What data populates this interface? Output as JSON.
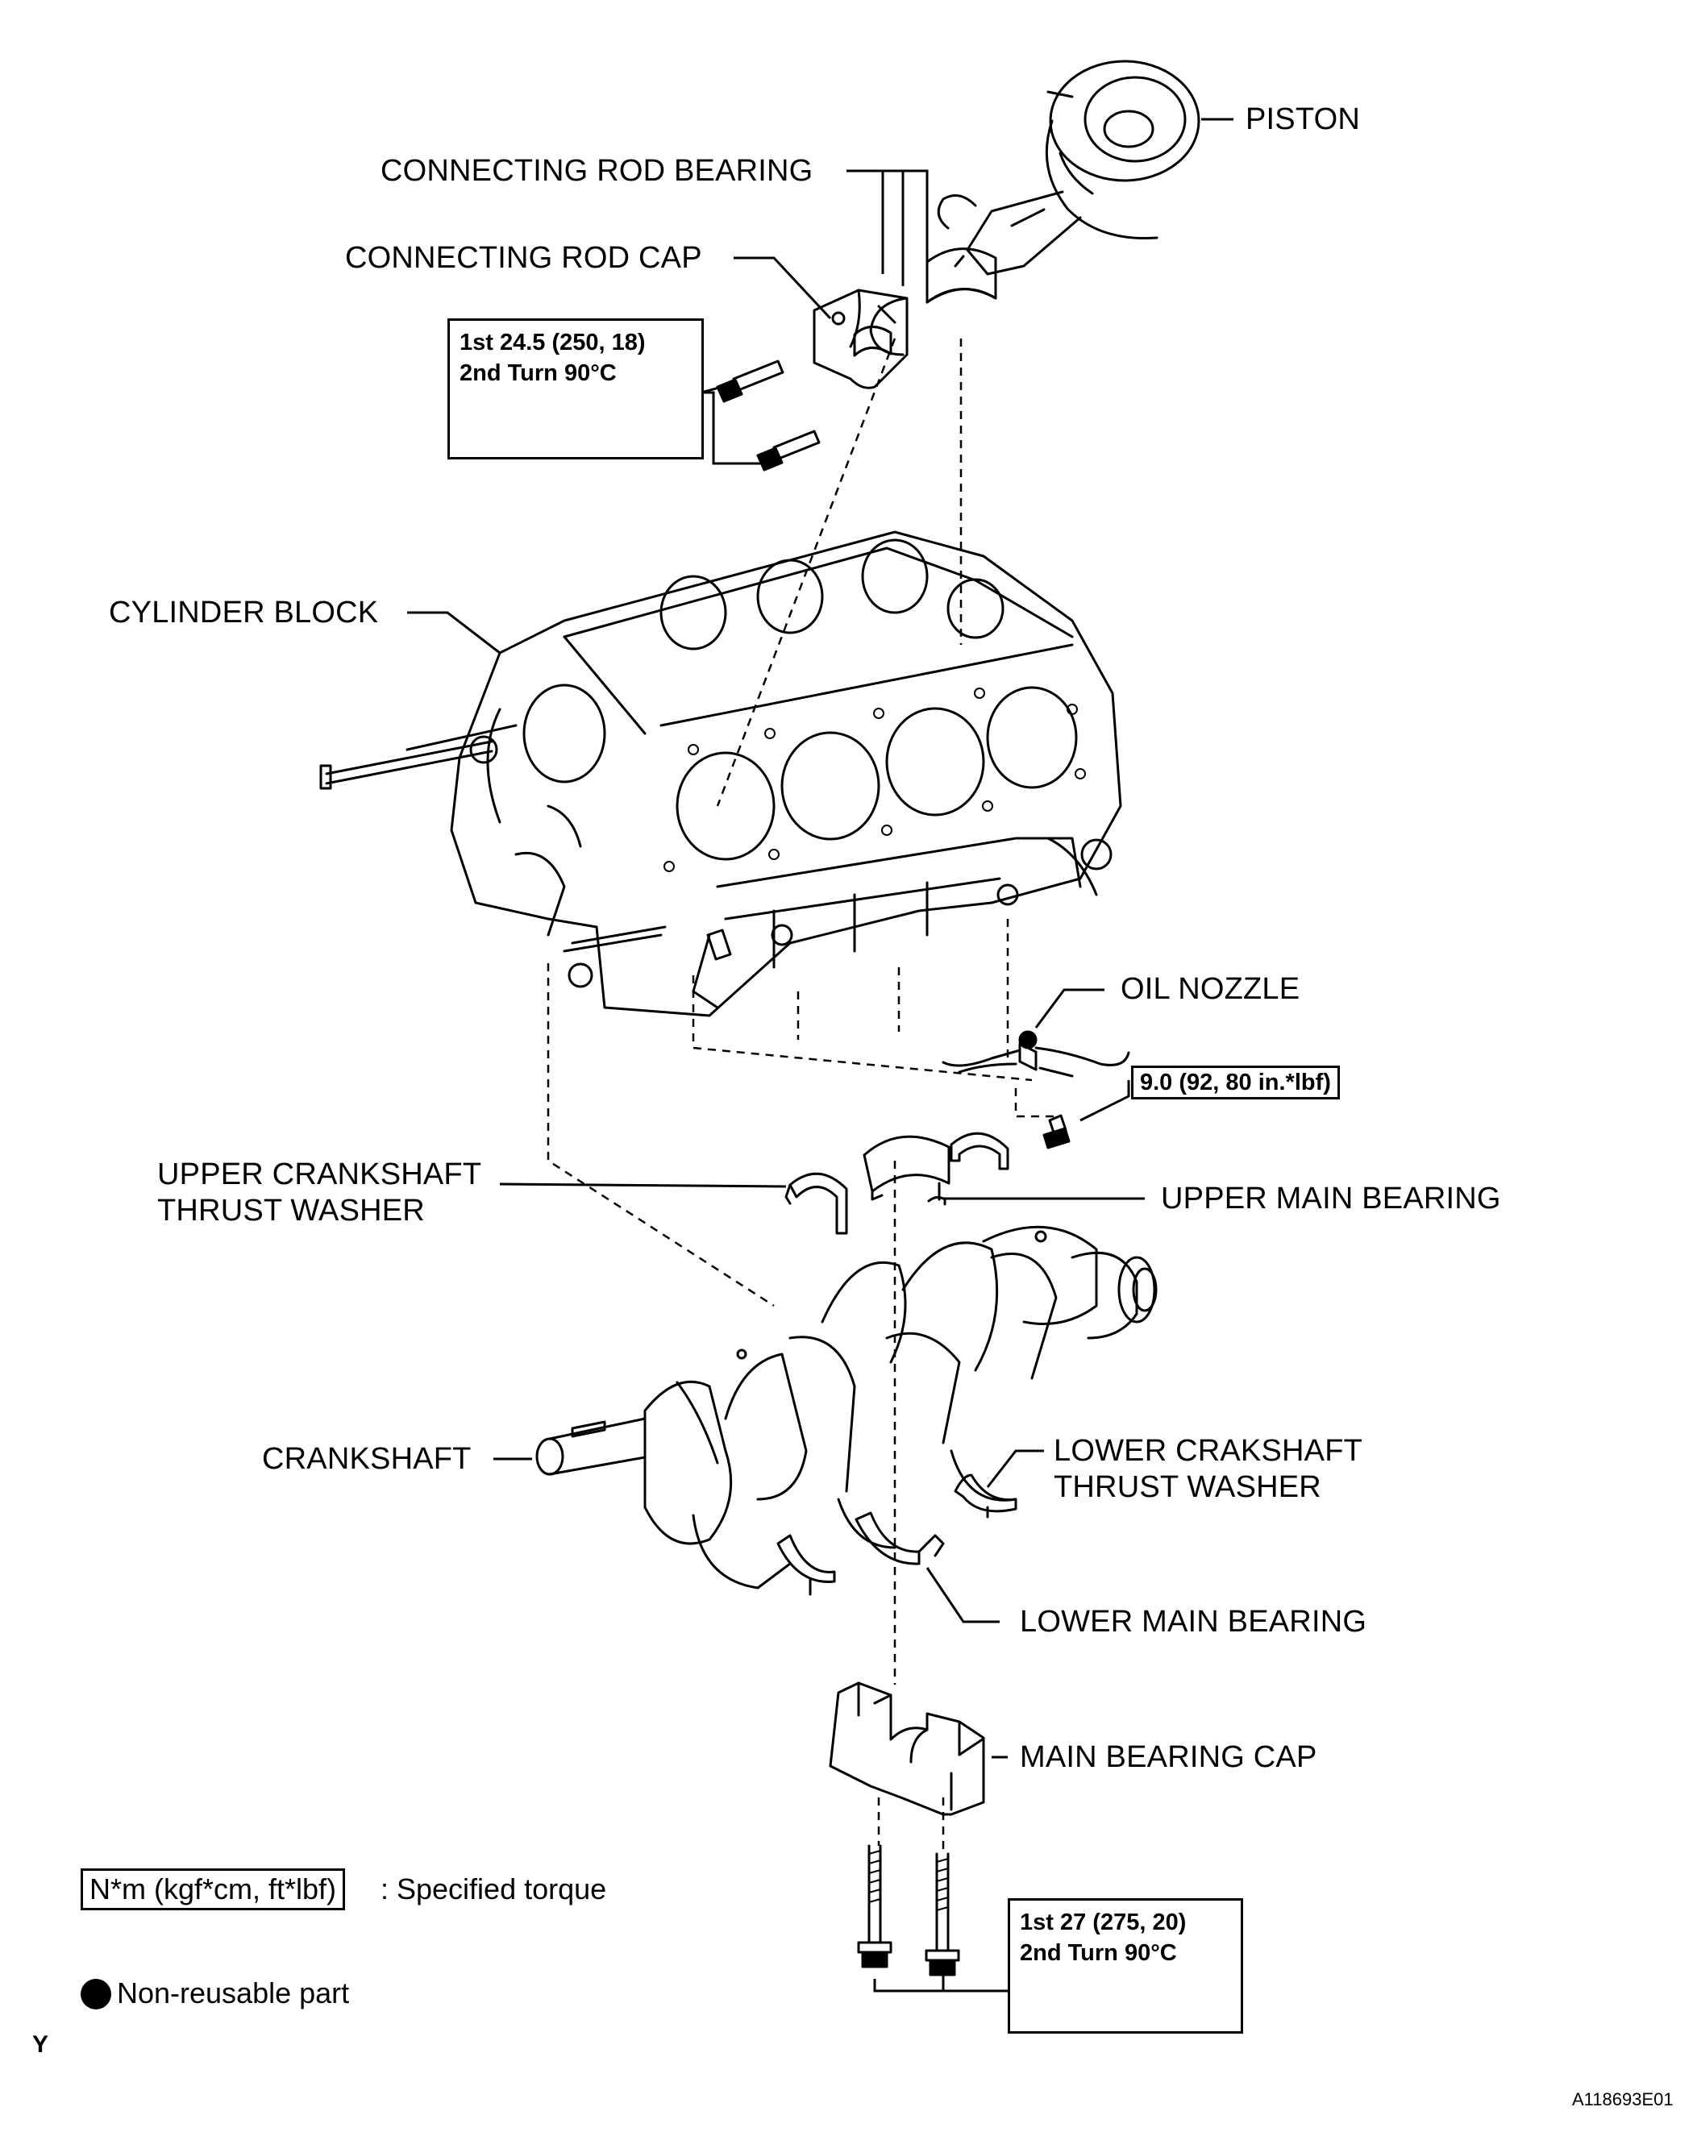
{
  "labels": {
    "piston": "PISTON",
    "conrod_bearing": "CONNECTING ROD BEARING",
    "conrod_cap": "CONNECTING ROD CAP",
    "cylinder_block": "CYLINDER BLOCK",
    "oil_nozzle": "OIL NOZZLE",
    "upper_thrust_1": "UPPER CRANKSHAFT",
    "upper_thrust_2": "THRUST WASHER",
    "upper_main_bearing": "UPPER MAIN BEARING",
    "crankshaft": "CRANKSHAFT",
    "lower_thrust_1": "LOWER CRAKSHAFT",
    "lower_thrust_2": "THRUST WASHER",
    "lower_main_bearing": "LOWER MAIN BEARING",
    "main_bearing_cap": "MAIN BEARING CAP"
  },
  "torque": {
    "conrod_line1": "1st 24.5 (250, 18)",
    "conrod_line2": "2nd Turn 90°C",
    "oil_nozzle": "9.0 (92, 80 in.*lbf)",
    "main_cap_line1": "1st 27 (275, 20)",
    "main_cap_line2": "2nd Turn 90°C"
  },
  "legend": {
    "torque_unit": "N*m (kgf*cm, ft*lbf)",
    "torque_desc": ": Specified torque",
    "nonreusable": "Non-reusable part"
  },
  "corner_code": "Y",
  "figure_id": "A118693E01"
}
